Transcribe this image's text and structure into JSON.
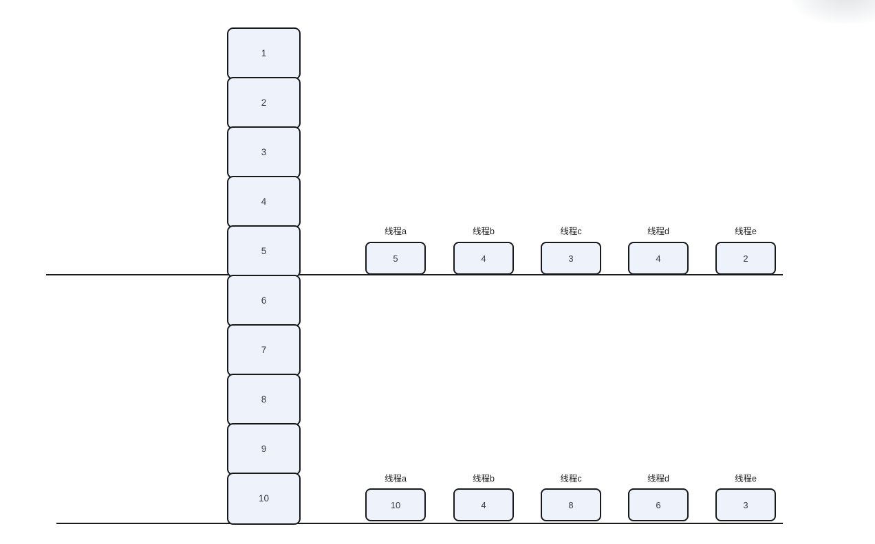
{
  "diagram": {
    "type": "thread-task-distribution",
    "stack": {
      "name": "task-queue",
      "items": [
        {
          "value": "1"
        },
        {
          "value": "2"
        },
        {
          "value": "3"
        },
        {
          "value": "4"
        },
        {
          "value": "5"
        },
        {
          "value": "6"
        },
        {
          "value": "7"
        },
        {
          "value": "8"
        },
        {
          "value": "9"
        },
        {
          "value": "10"
        }
      ]
    },
    "rows": [
      {
        "name": "upper-thread-row",
        "threads": [
          {
            "label": "线程a",
            "value": "5"
          },
          {
            "label": "线程b",
            "value": "4"
          },
          {
            "label": "线程c",
            "value": "3"
          },
          {
            "label": "线程d",
            "value": "4"
          },
          {
            "label": "线程e",
            "value": "2"
          }
        ]
      },
      {
        "name": "lower-thread-row",
        "threads": [
          {
            "label": "线程a",
            "value": "10"
          },
          {
            "label": "线程b",
            "value": "4"
          },
          {
            "label": "线程c",
            "value": "8"
          },
          {
            "label": "线程d",
            "value": "6"
          },
          {
            "label": "线程e",
            "value": "3"
          }
        ]
      }
    ],
    "colors": {
      "node_fill": "#eef2fb",
      "node_border": "#16181c",
      "rule": "#1a1a1a",
      "text": "#333a45",
      "label_text": "#1c1c1c",
      "background": "#ffffff"
    }
  }
}
